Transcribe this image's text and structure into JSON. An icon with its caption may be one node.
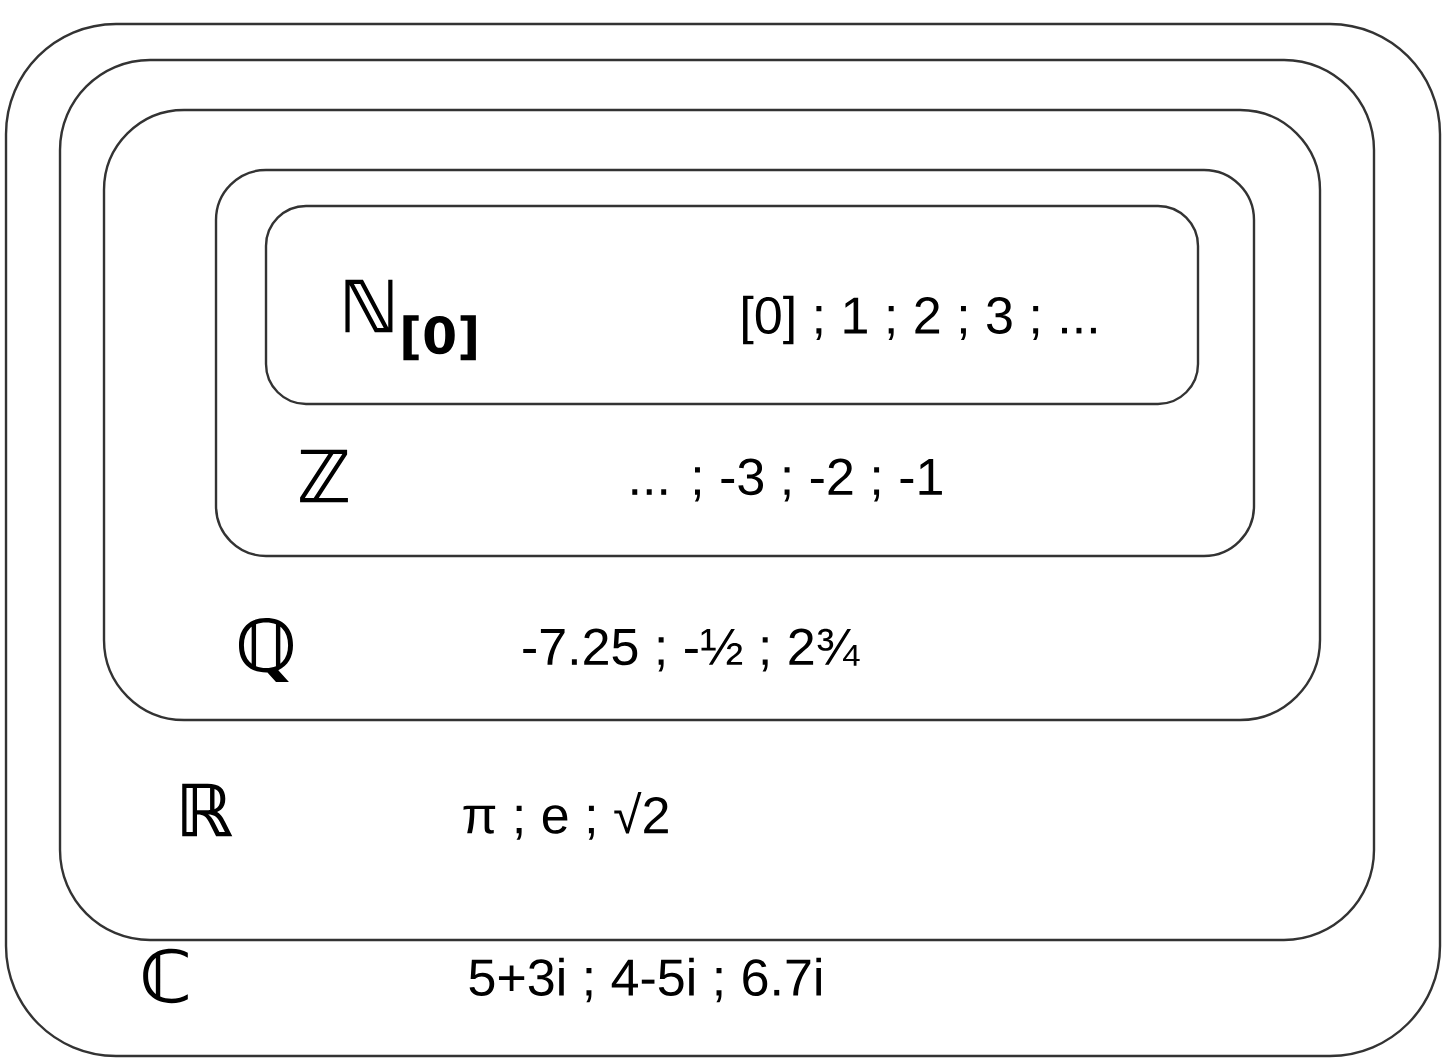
{
  "diagram": {
    "nodes": [
      {
        "text": [
          "ℂ",
          "5+3i ; 4-5i ; 6.7i"
        ]
      },
      {
        "text": [
          "ℝ",
          "π ; e ; √2"
        ],
        "in": 0
      },
      {
        "text": [
          "ℚ",
          "-7.25 ; -½ ; 2¾"
        ],
        "in": 1
      },
      {
        "text": [
          "ℤ",
          "... ; -3 ; -2 ; -1"
        ],
        "in": 2
      },
      {
        "text": [
          "ℕ$_{[0]}$",
          "[0] ; 1 ; 2 ; 3 ; ..."
        ],
        "in": 3
      }
    ]
  }
}
